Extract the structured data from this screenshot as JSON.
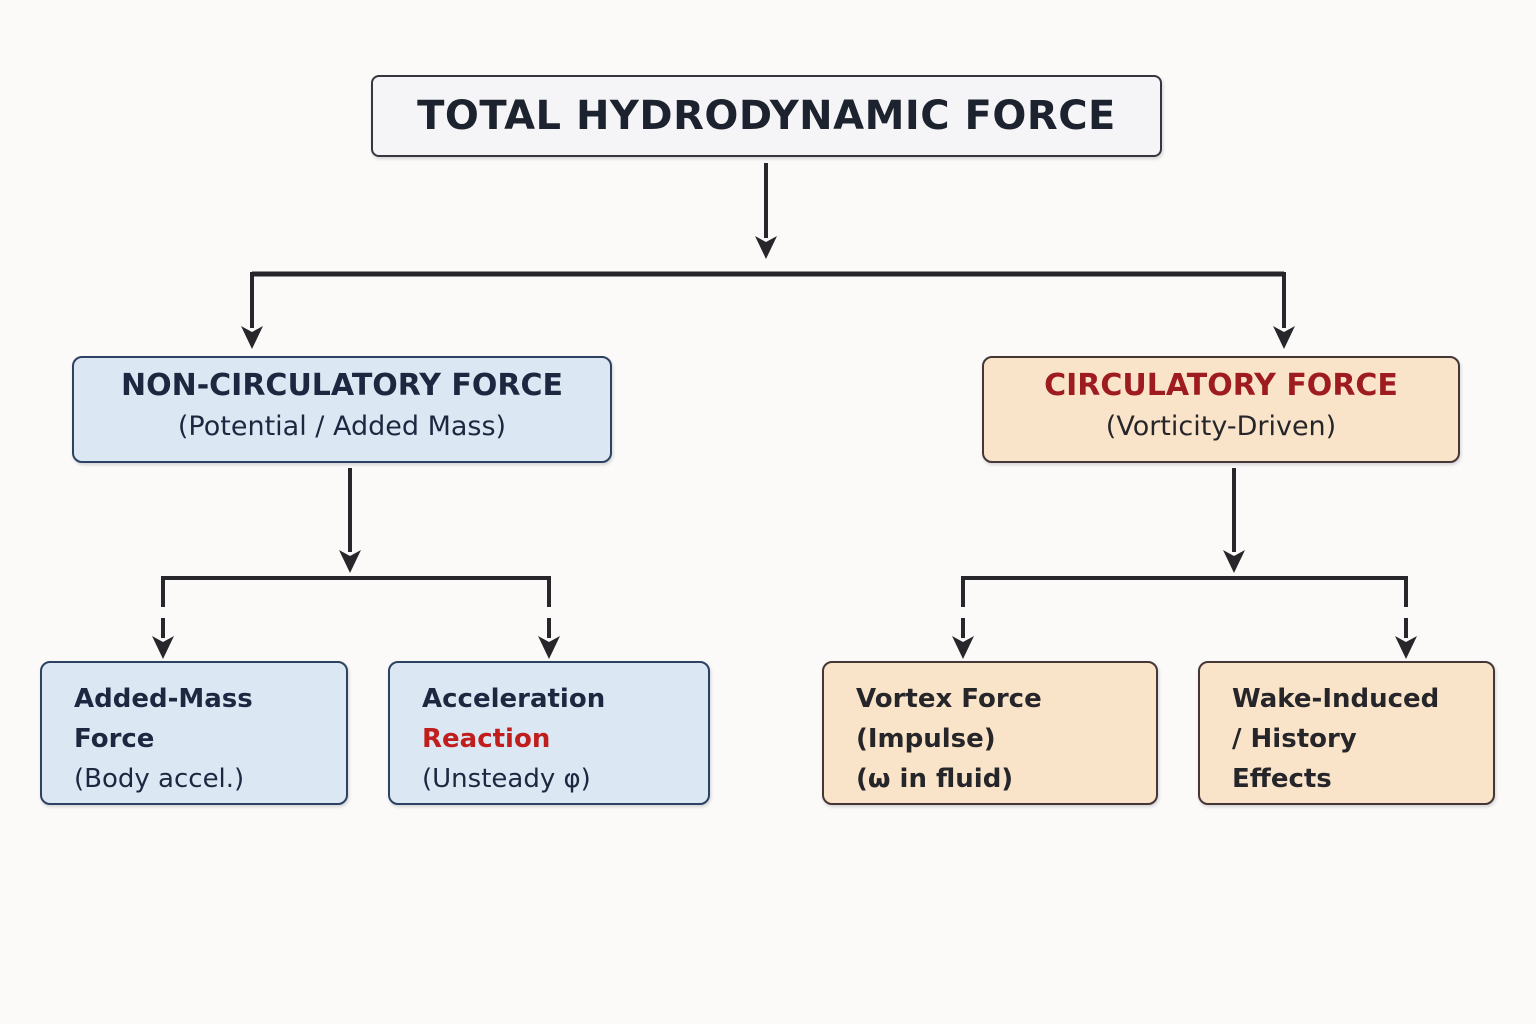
{
  "nodes": {
    "root": {
      "label": "TOTAL HYDRODYNAMIC FORCE"
    },
    "non_circulatory": {
      "heading": "NON-CIRCULATORY FORCE",
      "subheading": "(Potential / Added Mass)"
    },
    "circulatory": {
      "heading": "CIRCULATORY FORCE",
      "subheading": "(Vorticity-Driven)"
    },
    "added_mass": {
      "line1": "Added-Mass",
      "line2": "Force",
      "line3": "(Body accel.)"
    },
    "acceleration_reaction": {
      "line1": "Acceleration",
      "line2": "Reaction",
      "line3": "(Unsteady φ)"
    },
    "vortex": {
      "line1": "Vortex Force",
      "line2": "(Impulse)",
      "line3": "(ω in fluid)"
    },
    "wake": {
      "line1": "Wake-Induced",
      "line2": "/ History",
      "line3": "Effects"
    }
  },
  "colors": {
    "page_bg": "#fbfaf8",
    "arrow": "#27272b",
    "title_fill": "#f5f5f7",
    "title_border": "#36363e",
    "title_text": "#1c222e",
    "blue_fill": "#dbe7f3",
    "blue_border": "#2d4162",
    "blue_text": "#1d2840",
    "peach_fill": "#fae4c9",
    "peach_border": "#463636",
    "peach_text": "#26262a",
    "red_heading": "#9e1b20",
    "red_accent": "#c01d1d"
  }
}
